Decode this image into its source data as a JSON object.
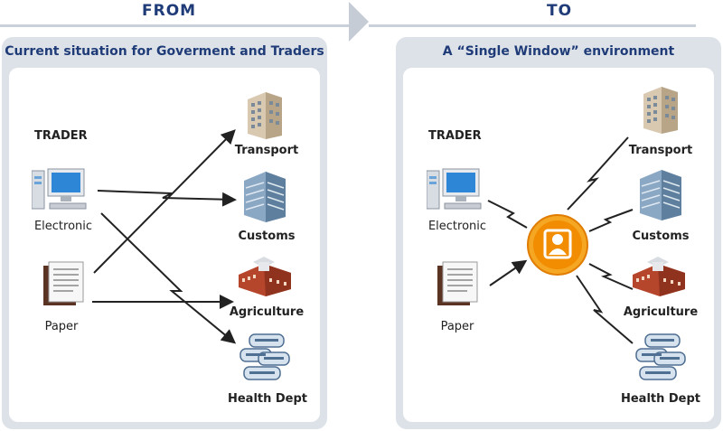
{
  "header": {
    "from": "FROM",
    "to": "TO"
  },
  "left": {
    "title": "Current situation for Goverment and Traders",
    "trader": "TRADER",
    "electronic": "Electronic",
    "paper": "Paper",
    "transport": "Transport",
    "customs": "Customs",
    "agriculture": "Agriculture",
    "health": "Health Dept"
  },
  "right": {
    "title": "A “Single Window” environment",
    "trader": "TRADER",
    "electronic": "Electronic",
    "paper": "Paper",
    "transport": "Transport",
    "customs": "Customs",
    "agriculture": "Agriculture",
    "health": "Health Dept"
  },
  "icons": {
    "computer": "computer-icon",
    "paper": "paper-document-icon",
    "transport": "transport-building-icon",
    "customs": "customs-building-icon",
    "agriculture": "agriculture-building-icon",
    "health": "health-building-icon",
    "single_window": "single-window-person-icon"
  },
  "colors": {
    "accent": "#1f3c78",
    "hub": "#f28c00"
  }
}
